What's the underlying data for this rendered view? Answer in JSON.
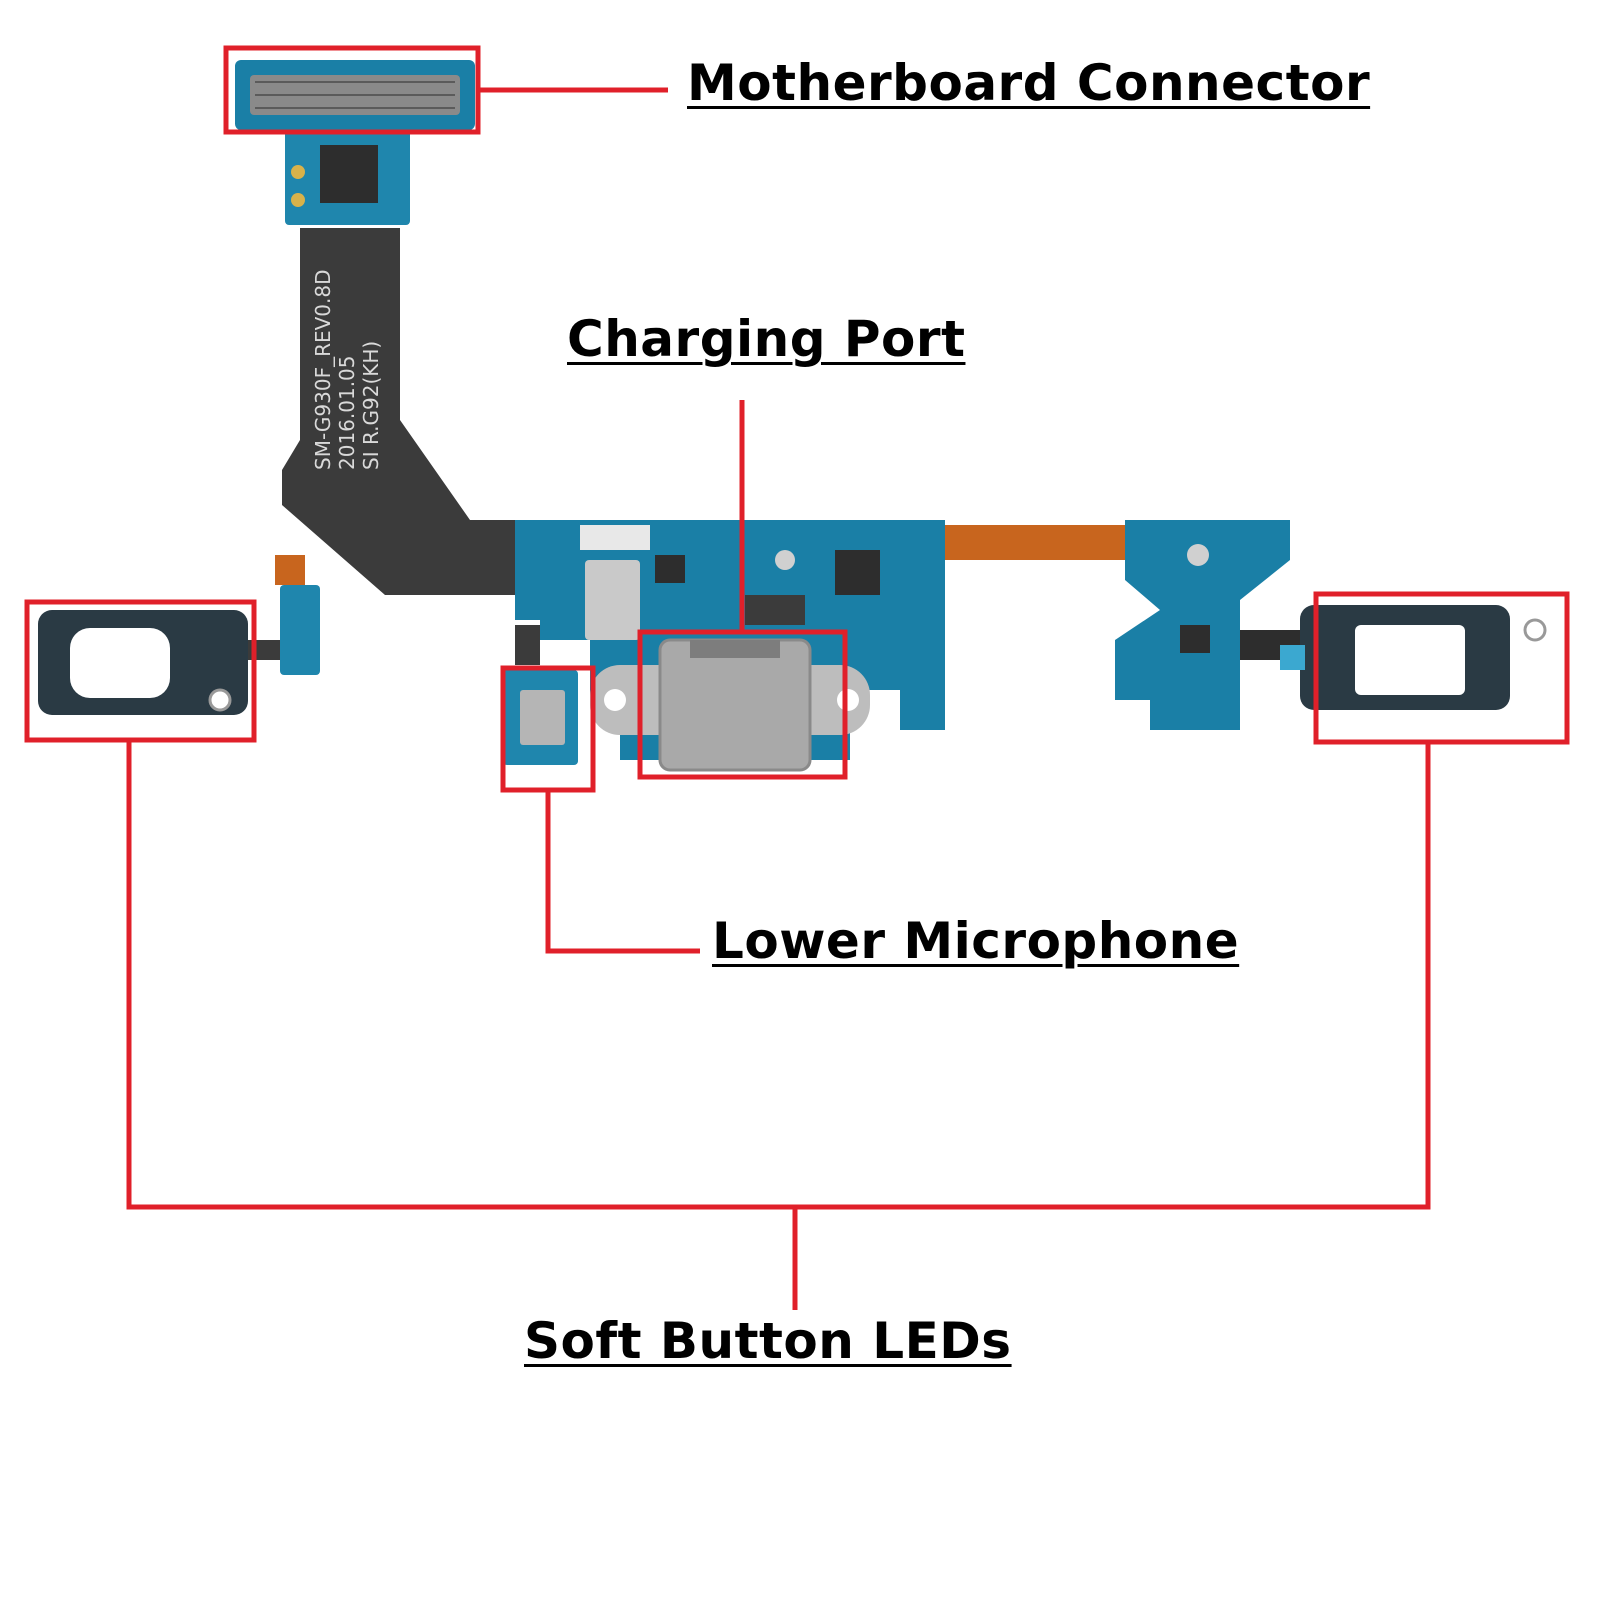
{
  "labels": {
    "motherboard_connector": "Motherboard Connector",
    "charging_port": "Charging Port",
    "lower_microphone": "Lower Microphone",
    "soft_button_leds": "Soft Button LEDs"
  },
  "board_print": {
    "line1": "SM-G930F_REV0.8D",
    "line2": "2016.01.05",
    "line3": "SI R.G92(KH)"
  },
  "colors": {
    "callout": "#e0202a",
    "pcb": "#1a7fa6",
    "pcb_light": "#3ba8d0",
    "flex_dark": "#3b3b3b",
    "flex_orange": "#c8651e",
    "metal": "#b9b9b9",
    "text": "#000000"
  }
}
